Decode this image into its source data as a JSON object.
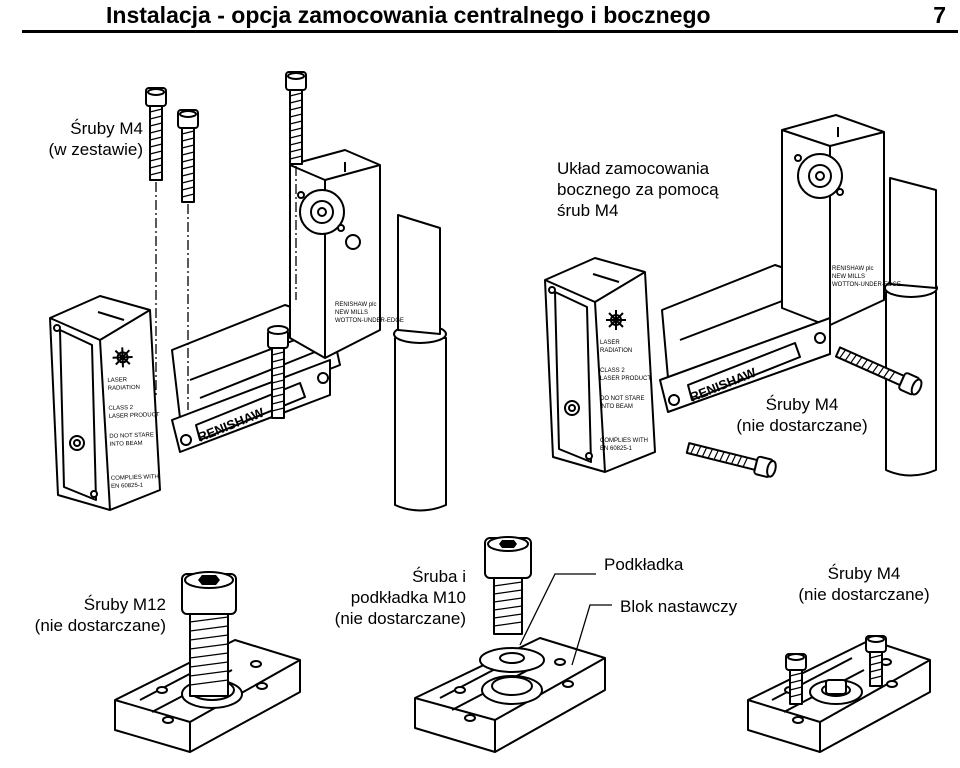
{
  "header": {
    "title": "Instalacja - opcja zamocowania centralnego i bocznego",
    "page_number": "7"
  },
  "labels": {
    "screws_included": [
      "Śruby M4",
      "(w zestawie)"
    ],
    "side_mount": [
      "Układ zamocowania",
      "bocznego za pomocą",
      "śrub M4"
    ],
    "screws_m4_right": [
      "Śruby M4",
      "(nie dostarczane)"
    ],
    "screws_m12": [
      "Śruby M12",
      "(nie dostarczane)"
    ],
    "screw_washer": [
      "Śruba i",
      "podkładka M10",
      "(nie dostarczane)"
    ],
    "washer": "Podkładka",
    "spacer_block": "Blok nastawczy",
    "screws_m4_bottom": [
      "Śruby M4",
      "(nie dostarczane)"
    ]
  },
  "artwork": {
    "brand_plate": "RENISHAW"
  },
  "colors": {
    "line": "#000000",
    "paper": "#ffffff"
  }
}
